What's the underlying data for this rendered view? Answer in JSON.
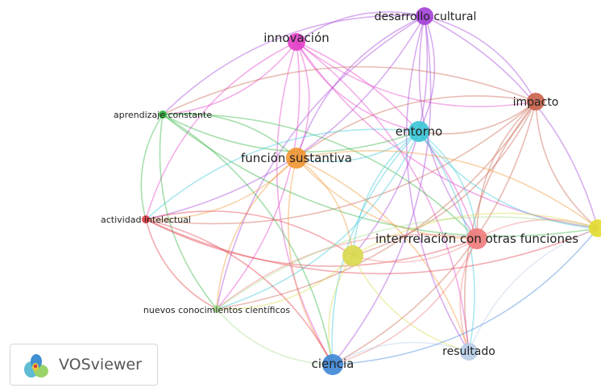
{
  "app": {
    "logo_text": "VOSviewer"
  },
  "nodes": [
    {
      "id": "desarrollo",
      "label": "desarrollo cultural",
      "color": "#a23fd6",
      "size": "m"
    },
    {
      "id": "innovacion",
      "label": "innovación",
      "color": "#e33fc8",
      "size": "m"
    },
    {
      "id": "impacto",
      "label": "impacto",
      "color": "#c9604a",
      "size": "m"
    },
    {
      "id": "aprendizaje",
      "label": "aprendizaje constante",
      "color": "#2bb33b",
      "size": "s"
    },
    {
      "id": "entorno",
      "label": "entorno",
      "color": "#39c7d6",
      "size": "l"
    },
    {
      "id": "funcion",
      "label": "función sustantiva",
      "color": "#ef9631",
      "size": "l"
    },
    {
      "id": "actividad",
      "label": "actividad intelectual",
      "color": "#e23a45",
      "size": "s"
    },
    {
      "id": "interrelacion",
      "label": "interrrelación con otras funciones",
      "color": "#ee7b7b",
      "size": "l"
    },
    {
      "id": "yellow_center",
      "label": "",
      "color": "#d9d84b",
      "size": "l"
    },
    {
      "id": "yellow_right",
      "label": "",
      "color": "#e2db2d",
      "size": "m"
    },
    {
      "id": "nuevos",
      "label": "nuevos conocimientos científicos",
      "color": "#a4dc8a",
      "size": "s"
    },
    {
      "id": "resultado",
      "label": "resultado",
      "color": "#b7cde8",
      "size": "m"
    },
    {
      "id": "ciencia",
      "label": "ciencia",
      "color": "#3c86d6",
      "size": "l"
    }
  ],
  "edges": [
    [
      "desarrollo",
      "innovacion"
    ],
    [
      "desarrollo",
      "impacto"
    ],
    [
      "desarrollo",
      "aprendizaje"
    ],
    [
      "desarrollo",
      "entorno"
    ],
    [
      "desarrollo",
      "funcion"
    ],
    [
      "desarrollo",
      "actividad"
    ],
    [
      "desarrollo",
      "interrelacion"
    ],
    [
      "desarrollo",
      "yellow_center"
    ],
    [
      "desarrollo",
      "resultado"
    ],
    [
      "desarrollo",
      "ciencia"
    ],
    [
      "desarrollo",
      "nuevos"
    ],
    [
      "desarrollo",
      "yellow_right"
    ],
    [
      "innovacion",
      "impacto"
    ],
    [
      "innovacion",
      "aprendizaje"
    ],
    [
      "innovacion",
      "entorno"
    ],
    [
      "innovacion",
      "funcion"
    ],
    [
      "innovacion",
      "actividad"
    ],
    [
      "innovacion",
      "interrelacion"
    ],
    [
      "innovacion",
      "ciencia"
    ],
    [
      "innovacion",
      "resultado"
    ],
    [
      "innovacion",
      "yellow_right"
    ],
    [
      "innovacion",
      "nuevos"
    ],
    [
      "impacto",
      "aprendizaje"
    ],
    [
      "impacto",
      "entorno"
    ],
    [
      "impacto",
      "funcion"
    ],
    [
      "impacto",
      "actividad"
    ],
    [
      "impacto",
      "interrelacion"
    ],
    [
      "impacto",
      "yellow_center"
    ],
    [
      "impacto",
      "resultado"
    ],
    [
      "impacto",
      "ciencia"
    ],
    [
      "impacto",
      "yellow_right"
    ],
    [
      "impacto",
      "nuevos"
    ],
    [
      "aprendizaje",
      "entorno"
    ],
    [
      "aprendizaje",
      "funcion"
    ],
    [
      "aprendizaje",
      "actividad"
    ],
    [
      "aprendizaje",
      "interrelacion"
    ],
    [
      "aprendizaje",
      "nuevos"
    ],
    [
      "aprendizaje",
      "ciencia"
    ],
    [
      "aprendizaje",
      "yellow_right"
    ],
    [
      "entorno",
      "funcion"
    ],
    [
      "entorno",
      "actividad"
    ],
    [
      "entorno",
      "interrelacion"
    ],
    [
      "entorno",
      "yellow_center"
    ],
    [
      "entorno",
      "resultado"
    ],
    [
      "entorno",
      "ciencia"
    ],
    [
      "entorno",
      "nuevos"
    ],
    [
      "entorno",
      "yellow_right"
    ],
    [
      "funcion",
      "actividad"
    ],
    [
      "funcion",
      "interrelacion"
    ],
    [
      "funcion",
      "yellow_center"
    ],
    [
      "funcion",
      "ciencia"
    ],
    [
      "funcion",
      "resultado"
    ],
    [
      "funcion",
      "nuevos"
    ],
    [
      "funcion",
      "yellow_right"
    ],
    [
      "actividad",
      "interrelacion"
    ],
    [
      "actividad",
      "yellow_center"
    ],
    [
      "actividad",
      "nuevos"
    ],
    [
      "actividad",
      "ciencia"
    ],
    [
      "actividad",
      "yellow_right"
    ],
    [
      "interrelacion",
      "yellow_center"
    ],
    [
      "interrelacion",
      "resultado"
    ],
    [
      "interrelacion",
      "ciencia"
    ],
    [
      "interrelacion",
      "nuevos"
    ],
    [
      "interrelacion",
      "yellow_right"
    ],
    [
      "yellow_center",
      "ciencia"
    ],
    [
      "yellow_center",
      "nuevos"
    ],
    [
      "yellow_center",
      "resultado"
    ],
    [
      "yellow_center",
      "yellow_right"
    ],
    [
      "nuevos",
      "ciencia"
    ],
    [
      "nuevos",
      "yellow_right"
    ],
    [
      "resultado",
      "ciencia"
    ],
    [
      "resultado",
      "yellow_right"
    ],
    [
      "ciencia",
      "yellow_right"
    ]
  ]
}
